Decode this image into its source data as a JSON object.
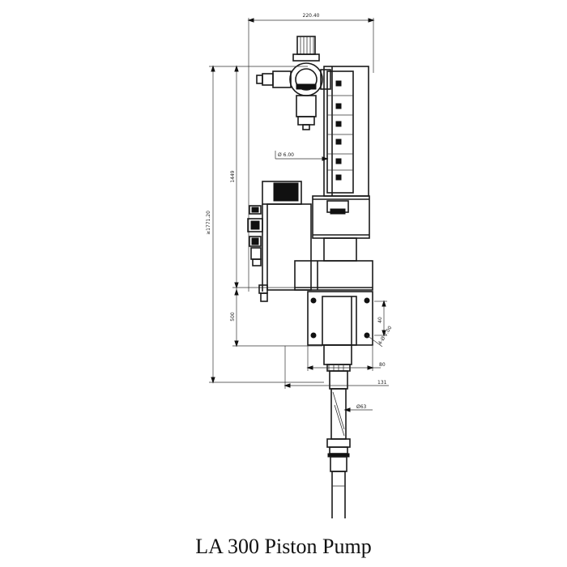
{
  "caption": "LA 300 Piston Pump",
  "dimensions": {
    "overall_width": "220.40",
    "total_height": "≥1771.20",
    "upper_height": "1449",
    "lower_height": "500",
    "inlet_diameter": "Ø 6.00",
    "flange_offset": "40",
    "flange_hole": "4-Ø 7.00",
    "flange_width": "80",
    "base_width": "131",
    "tube_diameter": "Ø63"
  },
  "colors": {
    "line": "#1a1a1a",
    "fill": "#111111",
    "background": "#ffffff"
  }
}
